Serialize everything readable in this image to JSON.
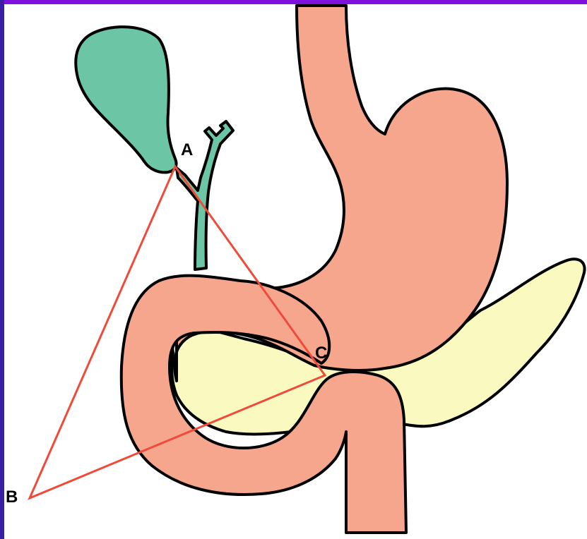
{
  "colors": {
    "frame": "#7e12dc",
    "frame_left": "#3a1fa6",
    "outline": "#000000",
    "gallbladder": "#6cc6a6",
    "stomach_duodenum": "#f5a68c",
    "pancreas": "#fafac0",
    "triangle": "#f04a3a",
    "background": "#ffffff"
  },
  "structures": [
    {
      "name": "gallbladder"
    },
    {
      "name": "bile-duct"
    },
    {
      "name": "esophagus-stomach"
    },
    {
      "name": "duodenum"
    },
    {
      "name": "pancreas"
    },
    {
      "name": "jejunum"
    }
  ],
  "triangle": {
    "vertices": [
      {
        "label": "A"
      },
      {
        "label": "B"
      },
      {
        "label": "C"
      }
    ]
  }
}
